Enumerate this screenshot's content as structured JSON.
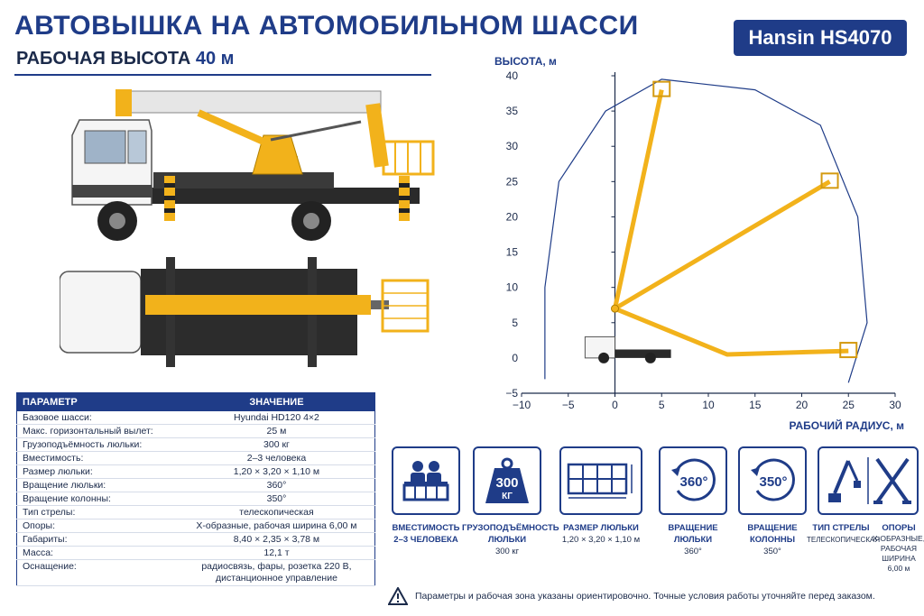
{
  "header": {
    "title": "АВТОВЫШКА НА АВТОМОБИЛЬНОМ ШАССИ",
    "subtitle_prefix": "РАБОЧАЯ ВЫСОТА",
    "subtitle_value": "40 м",
    "badge": "Hansin HS4070"
  },
  "colors": {
    "primary": "#1f3c88",
    "boom": "#f2b21b",
    "truck_body": "#ffffff",
    "chassis": "#2a2a2a"
  },
  "table": {
    "col_param": "ПАРАМЕТР",
    "col_value": "ЗНАЧЕНИЕ",
    "rows": [
      {
        "param": "Базовое шасси:",
        "value": "Hyundai HD120 4×2"
      },
      {
        "param": "Макс. горизонтальный вылет:",
        "value": "25 м"
      },
      {
        "param": "Грузоподъёмность люльки:",
        "value": "300 кг"
      },
      {
        "param": "Вместимость:",
        "value": "2–3 человека"
      },
      {
        "param": "Размер люльки:",
        "value": "1,20 × 3,20 × 1,10 м"
      },
      {
        "param": "Вращение люльки:",
        "value": "360°"
      },
      {
        "param": "Вращение колонны:",
        "value": "350°"
      },
      {
        "param": "Тип стрелы:",
        "value": "телескопическая"
      },
      {
        "param": "Опоры:",
        "value": "X-образные, рабочая ширина 6,00 м"
      },
      {
        "param": "Габариты:",
        "value": "8,40 × 2,35 × 3,78 м"
      },
      {
        "param": "Масса:",
        "value": "12,1 т"
      },
      {
        "param": "Оснащение:",
        "value": "радиосвязь, фары, розетка 220 В,",
        "value2": "дистанционное управление"
      }
    ]
  },
  "icons": [
    {
      "icon": "people-in-basket-icon",
      "label": "ВМЕСТИМОСТЬ",
      "sub": "2–3 ЧЕЛОВЕКА"
    },
    {
      "icon": "weight-icon",
      "icon_text": "300",
      "icon_unit": "КГ",
      "label": "ГРУЗОПОДЪЁМНОСТЬ",
      "label2": "ЛЮЛЬКИ",
      "sub": "300 кг"
    },
    {
      "icon": "basket-size-icon",
      "label": "РАЗМЕР ЛЮЛЬКИ",
      "sub": "1,20 × 3,20 × 1,10 м"
    },
    {
      "icon": "rotation-icon",
      "icon_text": "360°",
      "label": "ВРАЩЕНИЕ",
      "label2": "ЛЮЛЬКИ",
      "sub": "360°"
    },
    {
      "icon": "rotation-icon",
      "icon_text": "350°",
      "label": "ВРАЩЕНИЕ",
      "label2": "КОЛОННЫ",
      "sub": "350°"
    },
    {
      "icon": "boom-type-icon",
      "label": "ТИП СТРЕЛЫ",
      "sub": "ТЕЛЕСКОПИЧЕСКАЯ"
    },
    {
      "icon": "outrigger-icon",
      "label": "ОПОРЫ",
      "sub": "X-ОБРАЗНЫЕ,",
      "sub2": "РАБОЧАЯ ШИРИНА",
      "sub3": "6,00 м"
    }
  ],
  "note": "Параметры и рабочая зона указаны ориентировочно. Точные условия работы уточняйте перед заказом.",
  "chart_data": {
    "type": "line",
    "ylabel": "ВЫСОТА, м",
    "xlabel": "РАБОЧИЙ РАДИУС, м",
    "xlim": [
      -10,
      30
    ],
    "ylim": [
      -5,
      40
    ],
    "x_ticks": [
      -10,
      -5,
      0,
      5,
      10,
      15,
      20,
      25,
      30
    ],
    "y_ticks": [
      -5,
      0,
      5,
      10,
      15,
      20,
      25,
      30,
      35,
      40
    ],
    "x_tick_labels": [
      "−10",
      "−5",
      "0",
      "5",
      "10",
      "15",
      "20",
      "25",
      "30"
    ],
    "y_tick_labels": [
      "−5",
      "0",
      "5",
      "10",
      "15",
      "20",
      "25",
      "30",
      "35",
      "40"
    ],
    "grid": false,
    "booms": [
      {
        "name": "",
        "points": [
          [
            0,
            7
          ],
          [
            5,
            38
          ]
        ]
      },
      {
        "name": "",
        "points": [
          [
            0,
            7
          ],
          [
            23,
            25
          ]
        ]
      },
      {
        "name": "",
        "points": [
          [
            0,
            7
          ],
          [
            12,
            0.5
          ],
          [
            25,
            1
          ]
        ]
      }
    ],
    "envelope": [
      [
        -7.5,
        -3
      ],
      [
        -7.5,
        10
      ],
      [
        -6,
        25
      ],
      [
        -1,
        35
      ],
      [
        5,
        39.5
      ],
      [
        15,
        38
      ],
      [
        22,
        33
      ],
      [
        26,
        20
      ],
      [
        27,
        5
      ],
      [
        25,
        -3.5
      ]
    ]
  }
}
